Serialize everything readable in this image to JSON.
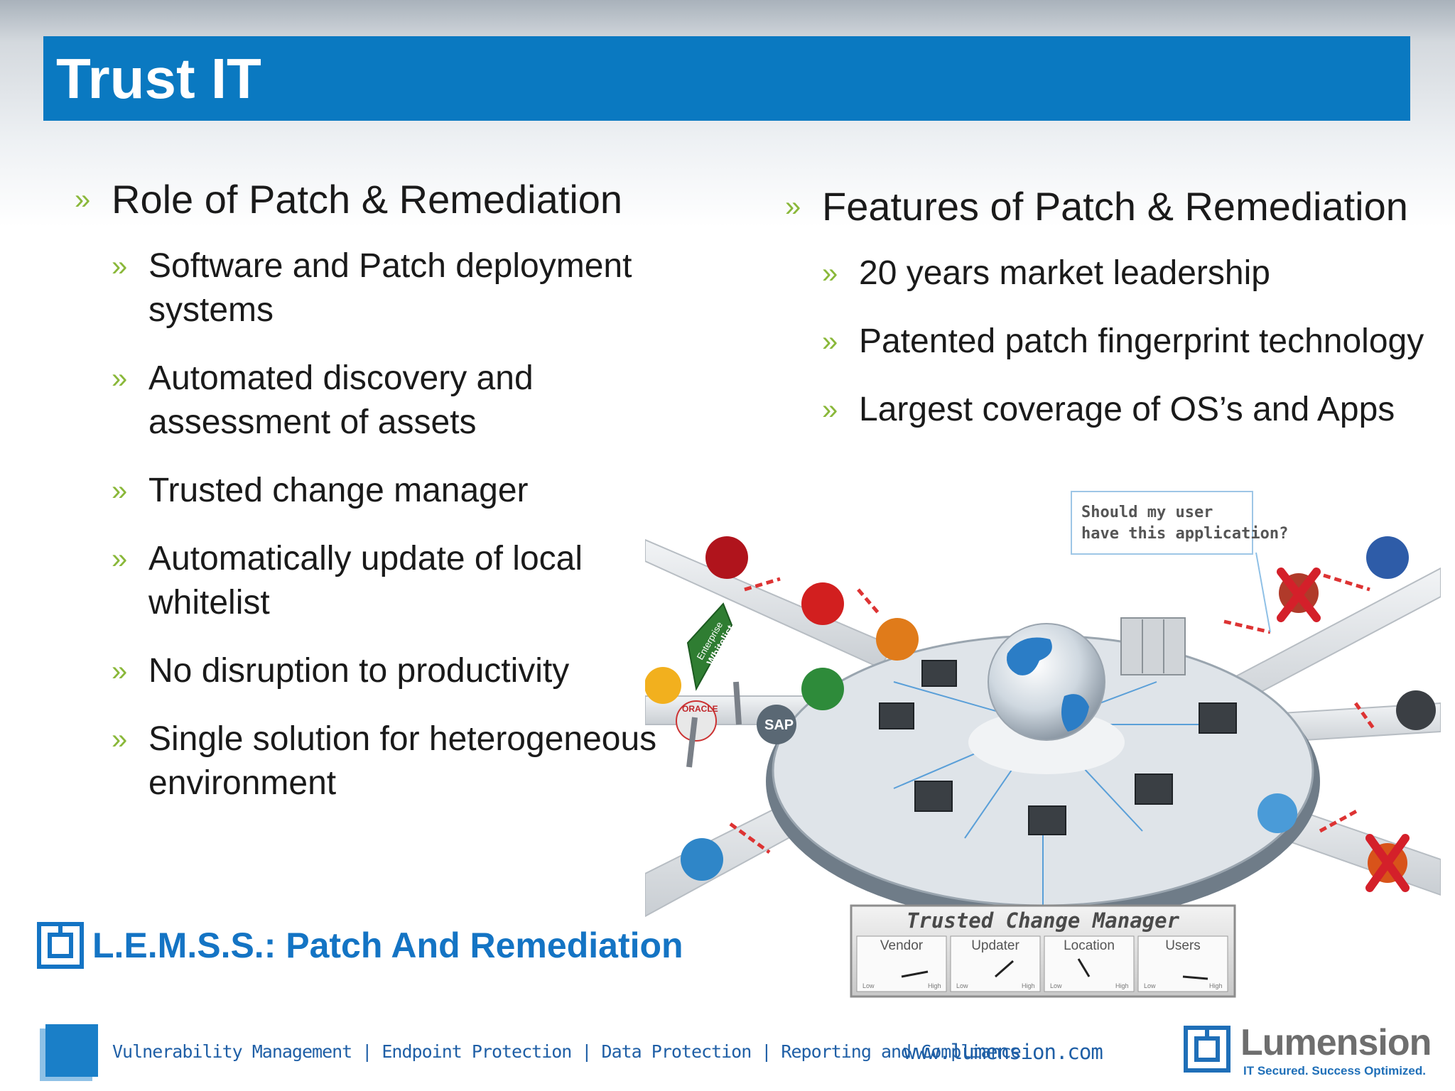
{
  "title": "Trust IT",
  "left": {
    "heading": "Role of Patch & Remediation",
    "items": [
      "Software and Patch deployment systems",
      "Automated discovery and assessment of assets",
      "Trusted change manager",
      "Automatically update of local whitelist",
      "No disruption to productivity",
      "Single solution for heterogeneous environment"
    ]
  },
  "right": {
    "heading": "Features of Patch & Remediation",
    "items": [
      "20 years market leadership",
      "Patented patch fingerprint technology",
      "Largest coverage of OS’s and Apps"
    ]
  },
  "diagram": {
    "callout_line1": "Should my user",
    "callout_line2": "have this application?",
    "sign_line1": "Enterprise",
    "sign_line2": "Whitelist",
    "oracle": "ORACLE",
    "sap": "SAP",
    "tcm_title": "Trusted Change Manager",
    "gauges": [
      "Vendor",
      "Updater",
      "Location",
      "Users"
    ],
    "gauge_low": "Low",
    "gauge_high": "High"
  },
  "lemss": "L.E.M.S.S.: Patch And Remediation",
  "footer": {
    "links": "Vulnerability Management | Endpoint Protection | Data Protection | Reporting and Compliance",
    "url": "www.lumension.com",
    "brand": "Lumension",
    "tagline": "IT Secured. Success Optimized."
  },
  "colors": {
    "title_bar": "#0a79c1",
    "bullet": "#8ab83a",
    "accent_blue": "#1474c4"
  }
}
